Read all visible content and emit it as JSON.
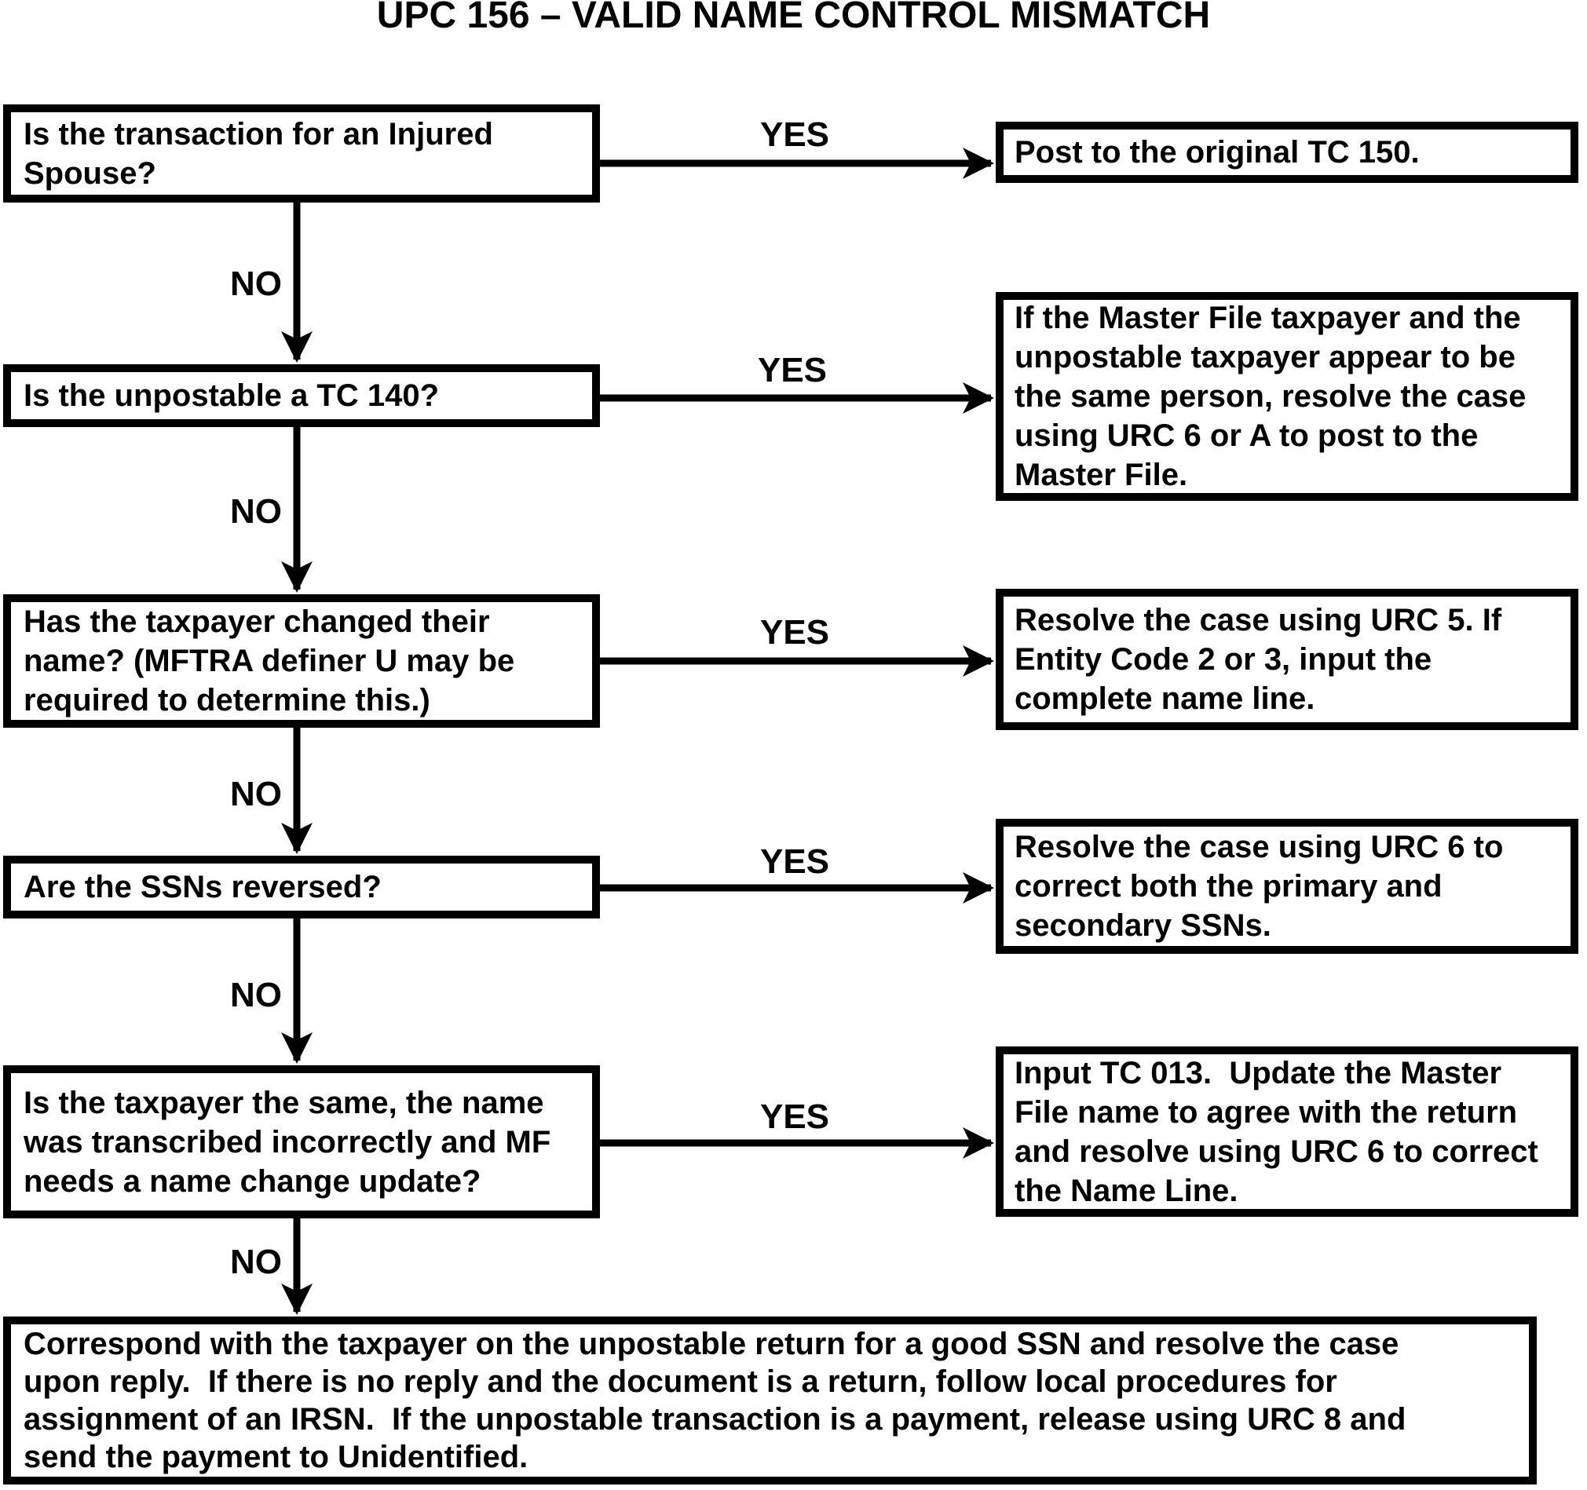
{
  "title": "UPC 156 – VALID NAME CONTROL MISMATCH",
  "connector_labels": {
    "yes": "YES",
    "no": "NO"
  },
  "flowchart": {
    "decisions": [
      {
        "question": "Is the transaction for an Injured\nSpouse?",
        "yes_action": "Post to the original TC 150."
      },
      {
        "question": "Is the unpostable a TC 140?",
        "yes_action": "If the Master File taxpayer and the\nunpostable taxpayer appear to be\nthe same person, resolve the case\nusing URC 6 or A to post to the\nMaster File."
      },
      {
        "question": "Has the taxpayer changed their\nname? (MFTRA definer U may be\nrequired to determine this.)",
        "yes_action": "Resolve the case using URC 5. If\nEntity Code 2 or 3, input the\ncomplete name line."
      },
      {
        "question": "Are the SSNs reversed?",
        "yes_action": "Resolve the case using URC 6 to\ncorrect both the primary and\nsecondary SSNs."
      },
      {
        "question": "Is the taxpayer the same, the name\nwas transcribed incorrectly and MF\nneeds a name change update?",
        "yes_action": "Input TC 013.  Update the Master\nFile name to agree with the return\nand resolve using URC 6 to correct\nthe Name Line."
      }
    ],
    "final_result": "Correspond with the taxpayer on the unpostable return for a good SSN and resolve the case\nupon reply.  If there is no reply and the document is a return, follow local procedures for\nassignment of an IRSN.  If the unpostable transaction is a payment, release using URC 8 and\nsend the payment to Unidentified."
  }
}
